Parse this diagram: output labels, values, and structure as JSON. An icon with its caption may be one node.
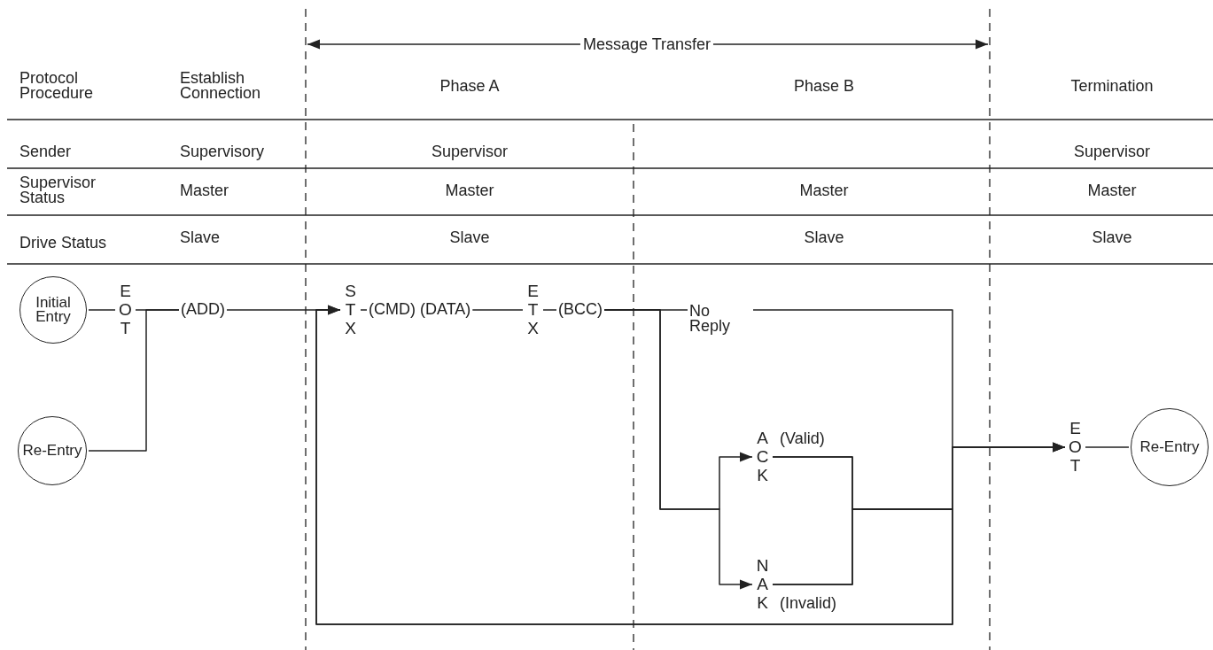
{
  "diagram": {
    "nodes": [
      {
        "text": [
          "Initial Entry"
        ]
      },
      {
        "text": [
          "Re-Entry"
        ]
      },
      {
        "text": [
          "EOT"
        ]
      },
      {
        "text": [
          "(ADD)"
        ]
      },
      {
        "text": [
          "STX"
        ]
      },
      {
        "text": [
          "(CMD) (DATA)"
        ]
      },
      {
        "text": [
          "ETX"
        ]
      },
      {
        "text": [
          "(BCC)"
        ]
      },
      {
        "text": [
          "No Reply"
        ]
      },
      {
        "text": [
          "ACK"
        ],
        "beside": [
          "(Valid)"
        ]
      },
      {
        "text": [
          "NAK"
        ],
        "beside": [
          "(Invalid)"
        ]
      },
      {
        "text": [
          "EOT"
        ]
      },
      {
        "text": [
          "Re-Entry"
        ]
      }
    ],
    "edges": [
      {
        "from": 0,
        "to": 2,
        "arrow": "none"
      },
      {
        "from": 2,
        "to": 3,
        "arrow": "none"
      },
      {
        "from": 1,
        "to": 3,
        "arrow": "none"
      },
      {
        "from": 3,
        "to": 4,
        "arrow": "none"
      },
      {
        "from": 4,
        "to": 5,
        "arrow": "none"
      },
      {
        "from": 5,
        "to": 6,
        "arrow": "none"
      },
      {
        "from": 6,
        "to": 7,
        "arrow": "none"
      },
      {
        "from": 7,
        "to": 8,
        "arrow": "none"
      },
      {
        "from": 8,
        "to": 11,
        "arrow": "to"
      },
      {
        "from": 7,
        "to": 9,
        "arrow": "to"
      },
      {
        "from": 7,
        "to": 10,
        "arrow": "to"
      },
      {
        "from": 9,
        "to": 11,
        "arrow": "to"
      },
      {
        "from": 10,
        "to": 11,
        "arrow": "to"
      },
      {
        "from": 9,
        "to": 4,
        "arrow": "to"
      },
      {
        "from": 10,
        "to": 4,
        "arrow": "to"
      },
      {
        "from": 11,
        "to": 12,
        "arrow": "none"
      }
    ],
    "labels": [
      "Message Transfer",
      "Protocol Procedure",
      "Establish Connection",
      "Phase A",
      "Phase B",
      "Termination",
      "Sender",
      "Supervisory",
      "Supervisor",
      "Supervisor",
      "Supervisor Status",
      "Master",
      "Master",
      "Master",
      "Master",
      "Drive Status",
      "Slave",
      "Slave",
      "Slave",
      "Slave"
    ]
  }
}
